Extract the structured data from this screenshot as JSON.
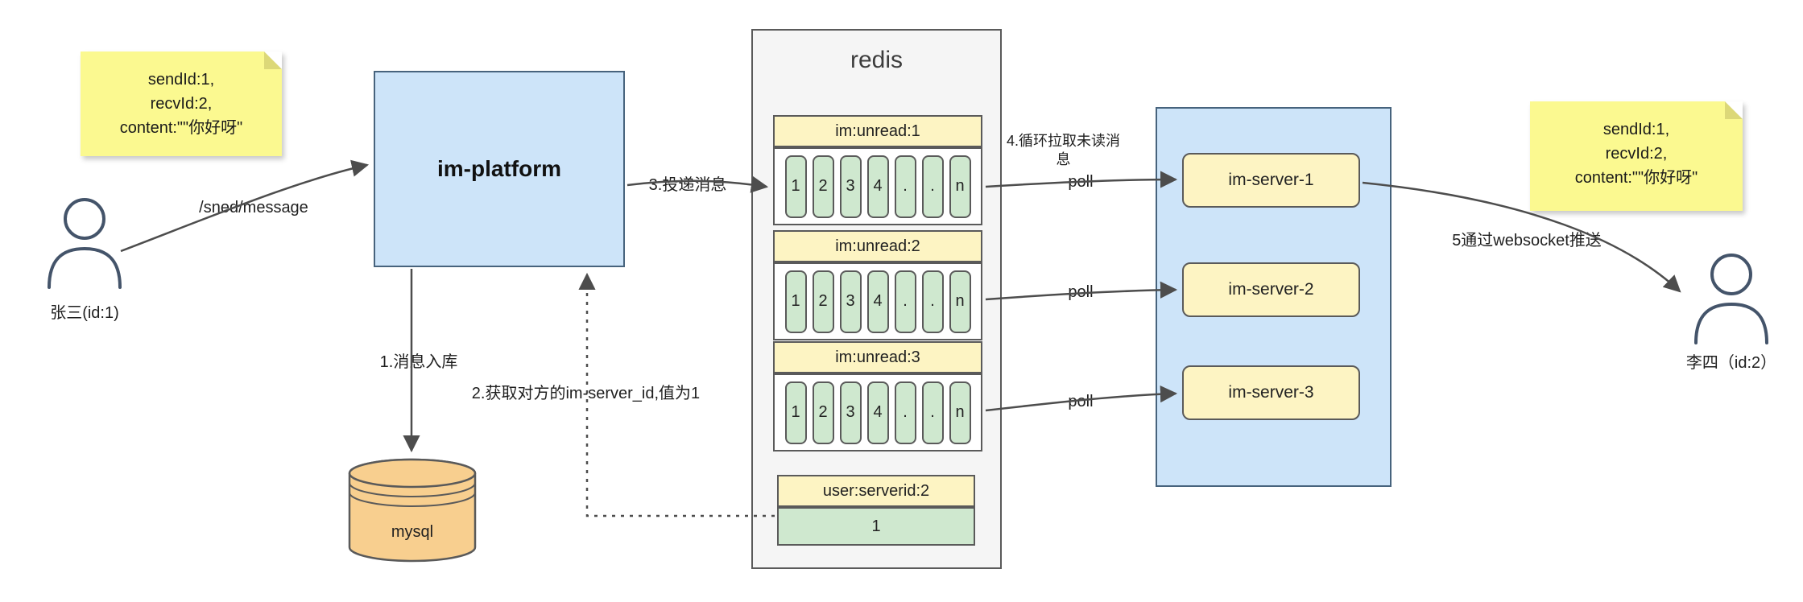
{
  "colors": {
    "note_yellow": "#fbf990",
    "box_blue": "#cde4f9",
    "header_yellow": "#fdf4c3",
    "cell_green": "#cfe8cf",
    "mysql_orange": "#f8cf8f",
    "panel_gray": "#f5f5f5",
    "line_dark": "#4d4d4d"
  },
  "note_left": {
    "lines": [
      "sendId:1,",
      "recvId:2,",
      "content:\"\"你好呀\""
    ]
  },
  "note_right": {
    "lines": [
      "sendId:1,",
      "recvId:2,",
      "content:\"\"你好呀\""
    ]
  },
  "actors": {
    "sender": "张三(id:1)",
    "receiver": "李四（id:2）"
  },
  "platform": {
    "title": "im-platform"
  },
  "mysql": {
    "label": "mysql"
  },
  "redis": {
    "title": "redis",
    "queues": [
      {
        "header": "im:unread:1",
        "cells": [
          "1",
          "2",
          "3",
          "4",
          ".",
          ".",
          "n"
        ]
      },
      {
        "header": "im:unread:2",
        "cells": [
          "1",
          "2",
          "3",
          "4",
          ".",
          ".",
          "n"
        ]
      },
      {
        "header": "im:unread:3",
        "cells": [
          "1",
          "2",
          "3",
          "4",
          ".",
          ".",
          "n"
        ]
      }
    ],
    "user_server": {
      "header": "user:serverid:2",
      "value": "1"
    }
  },
  "servers": [
    {
      "label": "im-server-1"
    },
    {
      "label": "im-server-2"
    },
    {
      "label": "im-server-3"
    }
  ],
  "edges": {
    "send": "/sned/message",
    "step1": "1.消息入库",
    "step2": "2.获取对方的im-server_id,值为1",
    "step3": "3.投递消息",
    "step4": "4.循环拉取未读消息",
    "step5": "5通过websocket推送",
    "poll": "poll"
  }
}
